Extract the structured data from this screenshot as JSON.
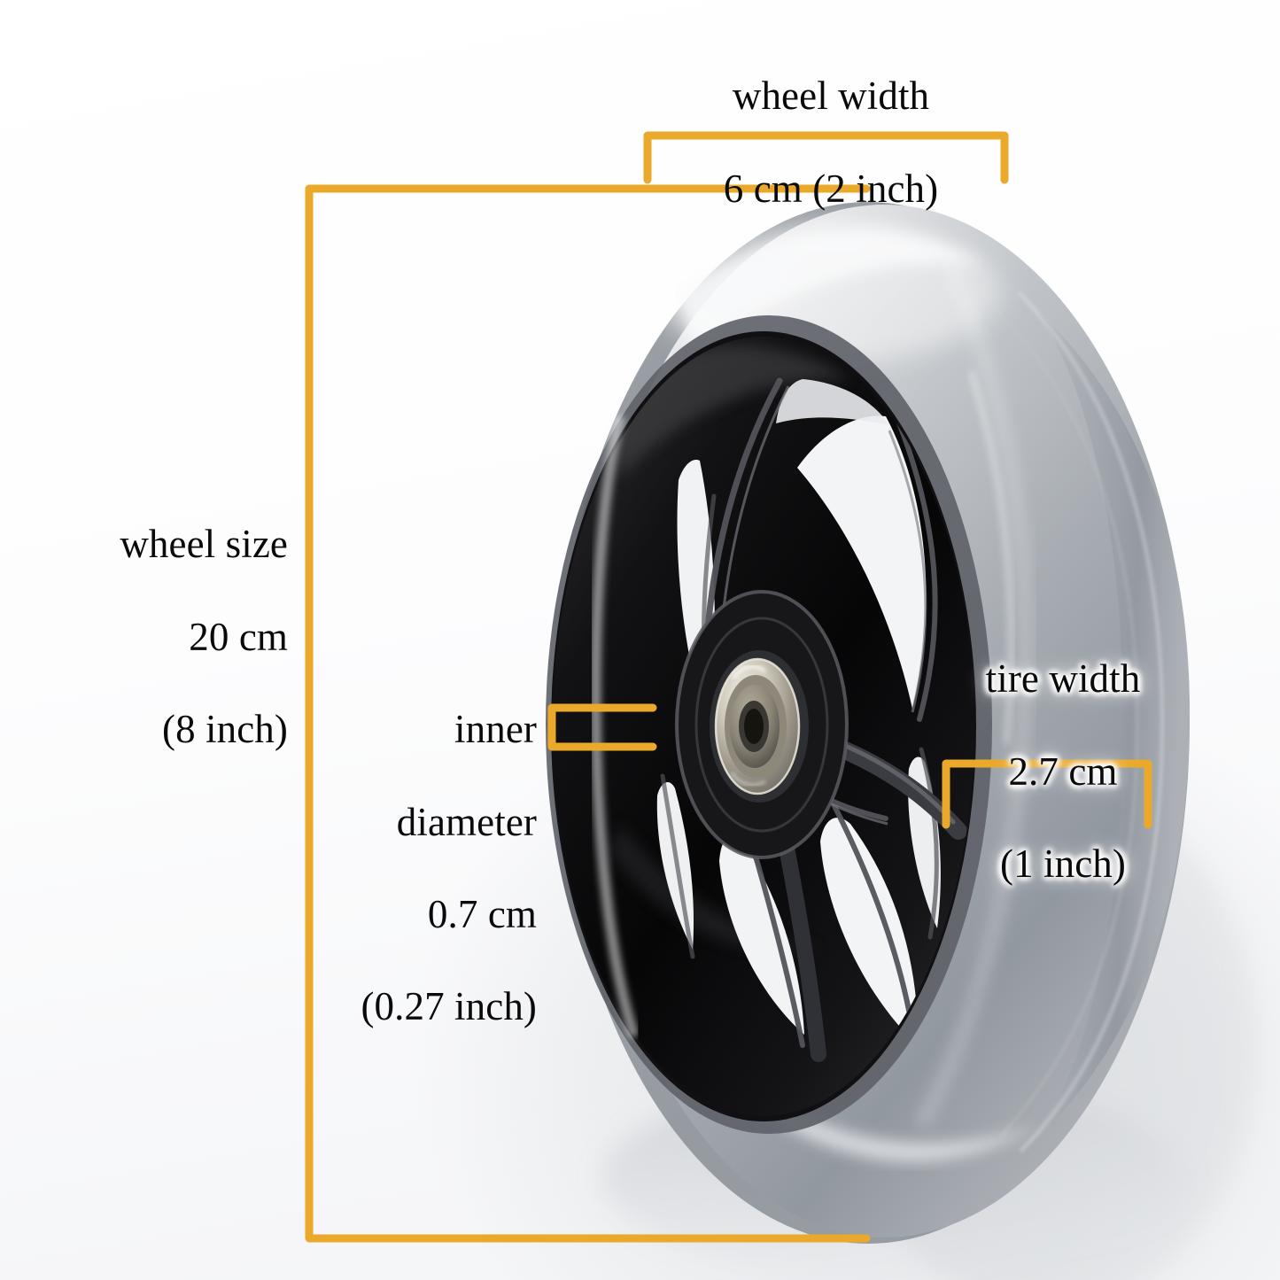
{
  "image": {
    "subject": "wheel",
    "background_color": "#f6f7f8",
    "accent_color": "#eaa92b",
    "text_color": "#0a0a0a"
  },
  "annotations": {
    "wheel_width": {
      "name": "wheel-width",
      "text": "wheel width\n6 cm (2 inch)",
      "line1": "wheel width",
      "line2": "6 cm (2 inch)",
      "value_cm": "6 cm",
      "value_in": "2 inch",
      "align": "center"
    },
    "wheel_size": {
      "name": "wheel-size",
      "text": "wheel size\n20 cm\n(8 inch)",
      "line1": "wheel size",
      "line2": "20 cm",
      "line3": "(8 inch)",
      "value_cm": "20 cm",
      "value_in": "8 inch",
      "align": "right"
    },
    "inner_diameter": {
      "name": "inner-diameter",
      "text": "inner\ndiameter\n0.7 cm\n(0.27 inch)",
      "line1": "inner",
      "line2": "diameter",
      "line3": "0.7 cm",
      "line4": "(0.27 inch)",
      "value_cm": "0.7 cm",
      "value_in": "0.27 inch",
      "align": "right"
    },
    "tire_width": {
      "name": "tire-width",
      "text": "tire width\n2.7 cm\n(1 inch)",
      "line1": "tire width",
      "line2": "2.7 cm",
      "line3": "(1 inch)",
      "value_cm": "2.7 cm",
      "value_in": "1 inch",
      "align": "center"
    }
  },
  "product": {
    "tire_color": "#9aa0a6",
    "hub_color": "#0c0c0c",
    "bearing_color": "#c9c6bb",
    "spoke_count": 5
  }
}
